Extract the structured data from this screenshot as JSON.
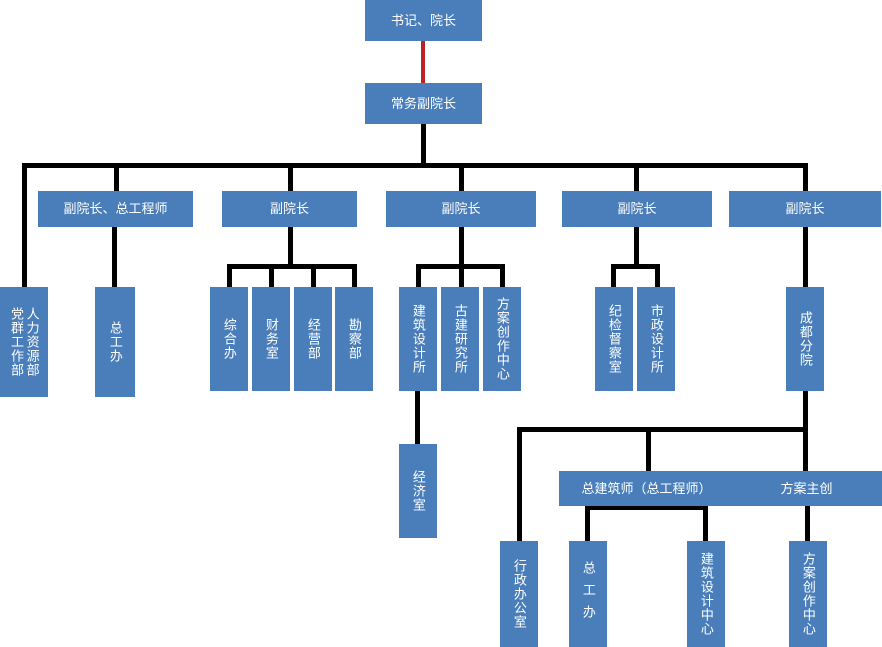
{
  "chart_data": {
    "type": "diagram",
    "title": "",
    "diagram_kind": "organizational-chart",
    "orientation": "top-down",
    "colors": {
      "node_fill": "#4A7EBB",
      "node_text": "#FFFFFF",
      "connector": "#000000",
      "highlight_connector": "#BE2222",
      "background": "#FFFFFF"
    },
    "nodes": [
      {
        "id": "n1",
        "label": "书记、院长",
        "level": 1,
        "orientation": "horizontal"
      },
      {
        "id": "n2",
        "label": "常务副院长",
        "level": 2,
        "orientation": "horizontal"
      },
      {
        "id": "n3a",
        "label": "副院长、总工程师",
        "level": 3,
        "orientation": "horizontal"
      },
      {
        "id": "n3b",
        "label": "副院长",
        "level": 3,
        "orientation": "horizontal"
      },
      {
        "id": "n3c",
        "label": "副院长",
        "level": 3,
        "orientation": "horizontal"
      },
      {
        "id": "n3d",
        "label": "副院长",
        "level": 3,
        "orientation": "horizontal"
      },
      {
        "id": "n3e",
        "label": "副院长",
        "level": 3,
        "orientation": "horizontal"
      },
      {
        "id": "n4a1",
        "label": "党群工作部",
        "level": 4,
        "orientation": "vertical"
      },
      {
        "id": "n4a2",
        "label": "人力资源部",
        "level": 4,
        "orientation": "vertical"
      },
      {
        "id": "n4b",
        "label": "总工办",
        "level": 4,
        "orientation": "vertical"
      },
      {
        "id": "n4c",
        "label": "综合办",
        "level": 4,
        "orientation": "vertical"
      },
      {
        "id": "n4d",
        "label": "财务室",
        "level": 4,
        "orientation": "vertical"
      },
      {
        "id": "n4e",
        "label": "经营部",
        "level": 4,
        "orientation": "vertical"
      },
      {
        "id": "n4f",
        "label": "勘察部",
        "level": 4,
        "orientation": "vertical"
      },
      {
        "id": "n4g",
        "label": "建筑设计所",
        "level": 4,
        "orientation": "vertical"
      },
      {
        "id": "n4h",
        "label": "古建研究所",
        "level": 4,
        "orientation": "vertical"
      },
      {
        "id": "n4i",
        "label": "方案创作中心",
        "level": 4,
        "orientation": "vertical"
      },
      {
        "id": "n4j",
        "label": "纪检督察室",
        "level": 4,
        "orientation": "vertical"
      },
      {
        "id": "n4k",
        "label": "市政设计所",
        "level": 4,
        "orientation": "vertical"
      },
      {
        "id": "n4l",
        "label": "成都分院",
        "level": 4,
        "orientation": "vertical"
      },
      {
        "id": "n5a",
        "label": "经济室",
        "level": 5,
        "orientation": "vertical"
      },
      {
        "id": "n5b",
        "label": "总建筑师（总工程师）",
        "level": 5,
        "orientation": "horizontal"
      },
      {
        "id": "n5c",
        "label": "方案主创",
        "level": 5,
        "orientation": "horizontal"
      },
      {
        "id": "n6a",
        "label": "行政办公室",
        "level": 6,
        "orientation": "vertical"
      },
      {
        "id": "n6b",
        "label": "总工办",
        "level": 6,
        "orientation": "vertical"
      },
      {
        "id": "n6c",
        "label": "建筑设计中心",
        "level": 6,
        "orientation": "vertical"
      },
      {
        "id": "n6d",
        "label": "方案创作中心",
        "level": 6,
        "orientation": "vertical"
      }
    ],
    "edges": [
      {
        "from": "n1",
        "to": "n2",
        "style": "highlight"
      },
      {
        "from": "n2",
        "to": "n3a",
        "style": "normal"
      },
      {
        "from": "n2",
        "to": "n3b",
        "style": "normal"
      },
      {
        "from": "n2",
        "to": "n3c",
        "style": "normal"
      },
      {
        "from": "n2",
        "to": "n3d",
        "style": "normal"
      },
      {
        "from": "n2",
        "to": "n3e",
        "style": "normal"
      },
      {
        "from": "n2",
        "to": "n4a1",
        "style": "normal"
      },
      {
        "from": "n3a",
        "to": "n4b",
        "style": "normal"
      },
      {
        "from": "n3b",
        "to": "n4c",
        "style": "normal"
      },
      {
        "from": "n3b",
        "to": "n4d",
        "style": "normal"
      },
      {
        "from": "n3b",
        "to": "n4e",
        "style": "normal"
      },
      {
        "from": "n3b",
        "to": "n4f",
        "style": "normal"
      },
      {
        "from": "n3c",
        "to": "n4g",
        "style": "normal"
      },
      {
        "from": "n3c",
        "to": "n4h",
        "style": "normal"
      },
      {
        "from": "n3c",
        "to": "n4i",
        "style": "normal"
      },
      {
        "from": "n3d",
        "to": "n4j",
        "style": "normal"
      },
      {
        "from": "n3d",
        "to": "n4k",
        "style": "normal"
      },
      {
        "from": "n3e",
        "to": "n4l",
        "style": "normal"
      },
      {
        "from": "n4g",
        "to": "n5a",
        "style": "normal"
      },
      {
        "from": "n4l",
        "to": "n6a",
        "style": "normal"
      },
      {
        "from": "n4l",
        "to": "n5b",
        "style": "normal"
      },
      {
        "from": "n4l",
        "to": "n5c",
        "style": "normal"
      },
      {
        "from": "n5b",
        "to": "n6b",
        "style": "normal"
      },
      {
        "from": "n5b",
        "to": "n6c",
        "style": "normal"
      },
      {
        "from": "n5c",
        "to": "n6d",
        "style": "normal"
      }
    ]
  },
  "nodes": {
    "director": "书记、院长",
    "exec_vice": "常务副院长",
    "vice_chief_eng": "副院长、总工程师",
    "vice_2": "副院长",
    "vice_3": "副院长",
    "vice_4": "副院长",
    "vice_5": "副院长",
    "party_affairs": "党群工作部",
    "human_resources": "人力资源部",
    "chief_eng_office": "总工办",
    "general_office": "综合办",
    "finance_office": "财务室",
    "business_dept": "经营部",
    "survey_dept": "勘察部",
    "arch_design_institute": "建筑设计所",
    "ancient_arch_institute": "古建研究所",
    "scheme_creation_center": "方案创作中心",
    "discipline_inspection": "纪检督察室",
    "municipal_design_institute": "市政设计所",
    "chengdu_branch": "成都分院",
    "economics_office": "经济室",
    "chief_architect": "总建筑师（总工程师）",
    "scheme_lead": "方案主创",
    "admin_office": "行政办公室",
    "chief_eng_office_2": "总工办",
    "arch_design_center": "建筑设计中心",
    "scheme_creation_center_2": "方案创作中心"
  }
}
